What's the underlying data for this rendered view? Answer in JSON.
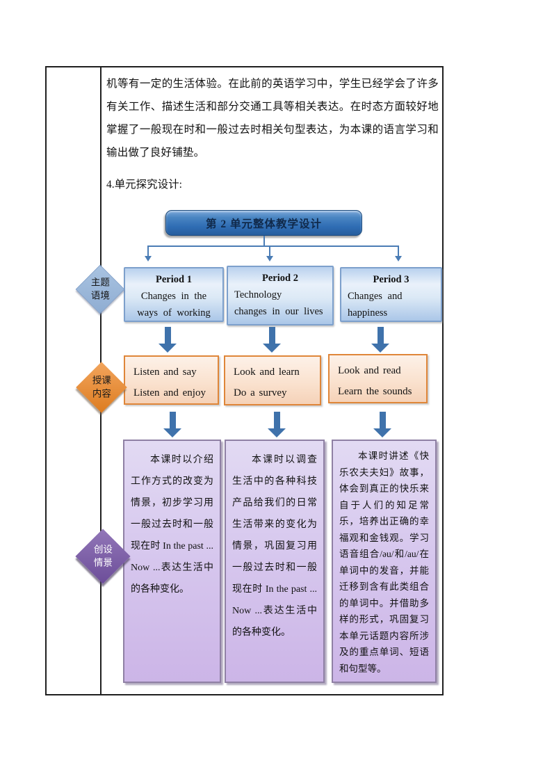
{
  "intro": {
    "paragraph": "机等有一定的生活体验。在此前的英语学习中，学生已经学会了许多有关工作、描述生活和部分交通工具等相关表达。在时态方面较好地掌握了一般现在时和一般过去时相关句型表达，为本课的语言学习和输出做了良好铺垫。",
    "section_label": "4.单元探究设计:"
  },
  "flowchart": {
    "title": "第 2 单元整体教学设计",
    "diamonds": [
      {
        "name": "主题语境",
        "line1": "主题",
        "line2": "语境"
      },
      {
        "name": "授课内容",
        "line1": "授课",
        "line2": "内容"
      },
      {
        "name": "创设情景",
        "line1": "创设",
        "line2": "情景"
      }
    ],
    "periods": [
      {
        "title": "Period 1",
        "line1": "Changes in the",
        "line2": "ways of working"
      },
      {
        "title": "Period 2",
        "line1": "Technology",
        "line2": "changes in our lives"
      },
      {
        "title": "Period 3",
        "line1": "Changes and",
        "line2": "happiness"
      }
    ],
    "activities": [
      {
        "line1": "Listen and say",
        "line2": "Listen and enjoy"
      },
      {
        "line1": "Look and learn",
        "line2": "Do a survey"
      },
      {
        "line1": "Look and read",
        "line2": "Learn the sounds"
      }
    ],
    "descriptions": [
      "本课时以介绍工作方式的改变为情景，初步学习用一般过去时和一般现在时 In the past ... Now ...表达生活中的各种变化。",
      "本课时以调查生活中的各种科技产品给我们的日常生活带来的变化为情景，巩固复习用一般过去时和一般现在时 In the past ... Now ...表达生活中的各种变化。",
      "本课时讲述《快乐农夫夫妇》故事，体会到真正的快乐来自于人们的知足常乐，培养出正确的幸福观和金钱观。学习语音组合/əu/和/au/在单词中的发音，并能迁移到含有此类组合的单词中。并借助多样的形式，巩固复习本单元话题内容所涉及的重点单词、短语和句型等。"
    ],
    "colors": {
      "title_box_blue": "#2f6db4",
      "arrow_blue": "#3f72ab",
      "period_box_border": "#7da0cc",
      "activity_box_border": "#df8639",
      "description_box_border": "#8f80a4",
      "diamond_blue": "#95b3d7",
      "diamond_orange": "#e8872f",
      "diamond_purple": "#7a5ba3",
      "table_border": "#1f1f1f"
    }
  }
}
